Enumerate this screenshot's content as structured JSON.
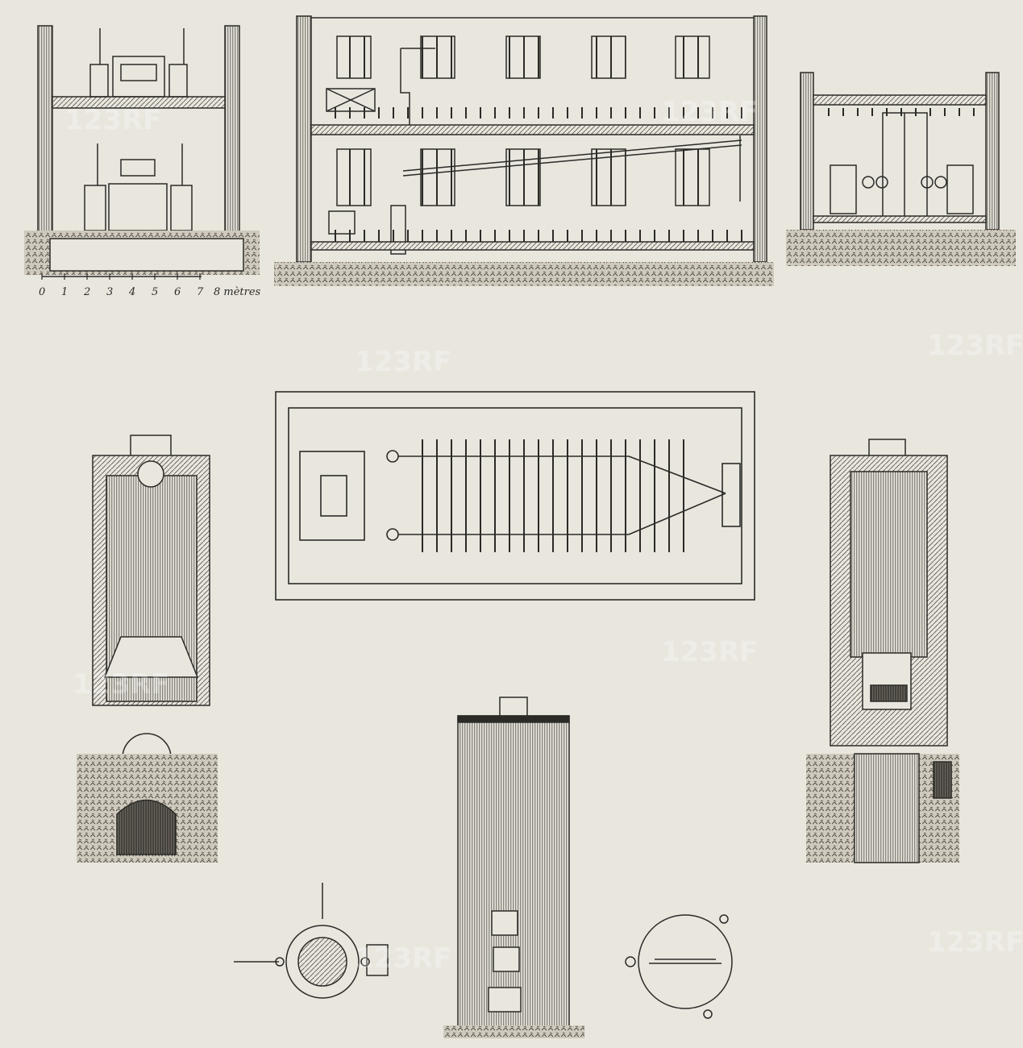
{
  "scale": {
    "ticks": [
      "0",
      "1",
      "2",
      "3",
      "4",
      "5",
      "6",
      "7"
    ],
    "unit": "8 mètres"
  },
  "watermark": {
    "text": "123RF"
  },
  "colors": {
    "paper": "#e9e6de",
    "ink": "#2b2a27",
    "hatch": "#55524b"
  }
}
